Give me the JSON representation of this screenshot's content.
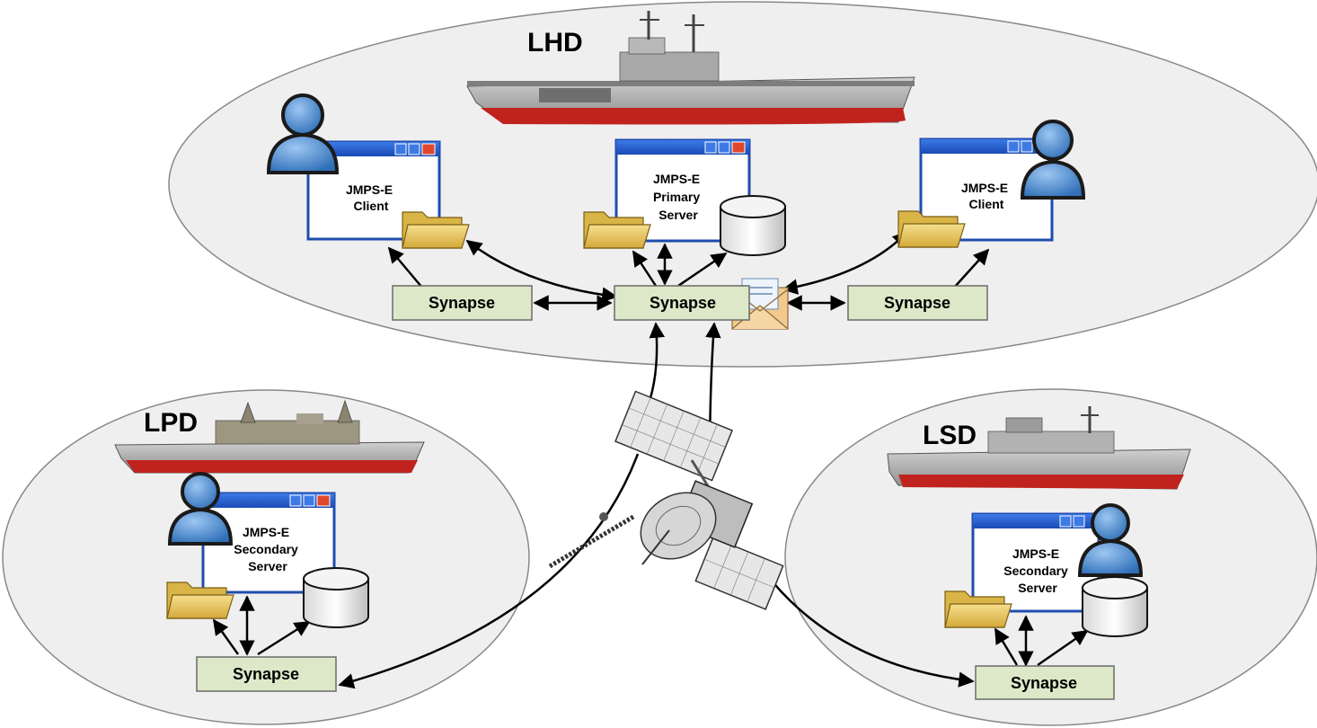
{
  "colors": {
    "oval_fill": "#efefef",
    "oval_stroke": "#888888",
    "synapse_fill": "#dde8c8",
    "synapse_stroke": "#6a6a6a",
    "window_title": "#2457c4",
    "window_border": "#1f4cad",
    "hull_red": "#c0231e",
    "hull_gray": "#9a9a9a",
    "person": "#4f8fd4",
    "folder": "#e6c45c",
    "arrow": "#000000"
  },
  "ships": {
    "lhd": {
      "label": "LHD"
    },
    "lpd": {
      "label": "LPD"
    },
    "lsd": {
      "label": "LSD"
    }
  },
  "synapse": {
    "lhd_left": "Synapse",
    "lhd_center": "Synapse",
    "lhd_right": "Synapse",
    "lpd": "Synapse",
    "lsd": "Synapse"
  },
  "windows": {
    "lhd_client_left": [
      "JMPS-E",
      "Client"
    ],
    "lhd_primary_server": [
      "JMPS-E",
      "Primary",
      "Server"
    ],
    "lhd_client_right": [
      "JMPS-E",
      "Client"
    ],
    "lpd_secondary_server": [
      "JMPS-E",
      "Secondary",
      "Server"
    ],
    "lsd_secondary_server": [
      "JMPS-E",
      "Secondary",
      "Server"
    ]
  },
  "icons": [
    "person-icon",
    "folder-icon",
    "database-icon",
    "envelope-icon",
    "satellite-icon",
    "ship-icon",
    "window-minimize-icon",
    "window-maximize-icon",
    "window-close-icon"
  ]
}
